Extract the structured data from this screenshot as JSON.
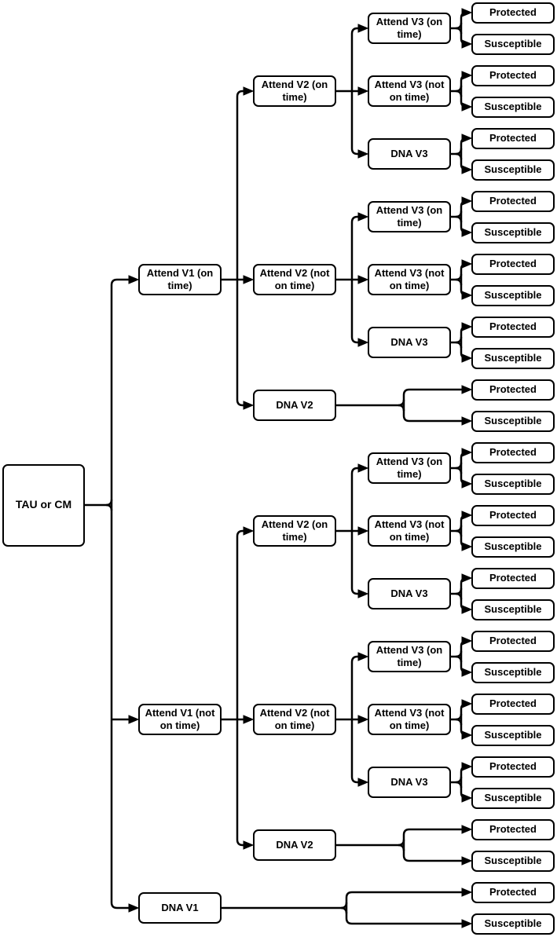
{
  "meta": {
    "background": "#ffffff",
    "line_color": "#000000",
    "box_fill": "#ffffff",
    "text_color": "#000000"
  },
  "diagram": {
    "root": {
      "label": "TAU or CM",
      "children": [
        {
          "label": "Attend V1 (on time)",
          "children": [
            {
              "label": "Attend V2 (on time)",
              "children": [
                {
                  "label": "Attend V3 (on time)",
                  "children": [
                    {
                      "label": "Protected"
                    },
                    {
                      "label": "Susceptible"
                    }
                  ]
                },
                {
                  "label": "Attend V3 (not on time)",
                  "children": [
                    {
                      "label": "Protected"
                    },
                    {
                      "label": "Susceptible"
                    }
                  ]
                },
                {
                  "label": "DNA V3",
                  "children": [
                    {
                      "label": "Protected"
                    },
                    {
                      "label": "Susceptible"
                    }
                  ]
                }
              ]
            },
            {
              "label": "Attend V2 (not on time)",
              "children": [
                {
                  "label": "Attend V3 (on time)",
                  "children": [
                    {
                      "label": "Protected"
                    },
                    {
                      "label": "Susceptible"
                    }
                  ]
                },
                {
                  "label": "Attend V3 (not on time)",
                  "children": [
                    {
                      "label": "Protected"
                    },
                    {
                      "label": "Susceptible"
                    }
                  ]
                },
                {
                  "label": "DNA V3",
                  "children": [
                    {
                      "label": "Protected"
                    },
                    {
                      "label": "Susceptible"
                    }
                  ]
                }
              ]
            },
            {
              "label": "DNA V2",
              "children": [
                {
                  "label": "Protected"
                },
                {
                  "label": "Susceptible"
                }
              ]
            }
          ]
        },
        {
          "label": "Attend V1 (not on time)",
          "children": [
            {
              "label": "Attend V2 (on time)",
              "children": [
                {
                  "label": "Attend V3 (on time)",
                  "children": [
                    {
                      "label": "Protected"
                    },
                    {
                      "label": "Susceptible"
                    }
                  ]
                },
                {
                  "label": "Attend V3 (not on time)",
                  "children": [
                    {
                      "label": "Protected"
                    },
                    {
                      "label": "Susceptible"
                    }
                  ]
                },
                {
                  "label": "DNA V3",
                  "children": [
                    {
                      "label": "Protected"
                    },
                    {
                      "label": "Susceptible"
                    }
                  ]
                }
              ]
            },
            {
              "label": "Attend V2 (not on time)",
              "children": [
                {
                  "label": "Attend V3 (on time)",
                  "children": [
                    {
                      "label": "Protected"
                    },
                    {
                      "label": "Susceptible"
                    }
                  ]
                },
                {
                  "label": "Attend V3 (not on time)",
                  "children": [
                    {
                      "label": "Protected"
                    },
                    {
                      "label": "Susceptible"
                    }
                  ]
                },
                {
                  "label": "DNA V3",
                  "children": [
                    {
                      "label": "Protected"
                    },
                    {
                      "label": "Susceptible"
                    }
                  ]
                }
              ]
            },
            {
              "label": "DNA V2",
              "children": [
                {
                  "label": "Protected"
                },
                {
                  "label": "Susceptible"
                }
              ]
            }
          ]
        },
        {
          "label": "DNA V1",
          "children": [
            {
              "label": "Protected"
            },
            {
              "label": "Susceptible"
            }
          ]
        }
      ]
    }
  }
}
